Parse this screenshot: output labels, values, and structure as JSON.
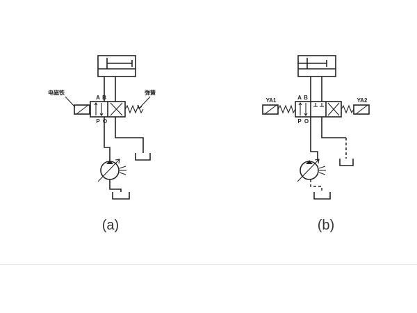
{
  "diagram_a": {
    "caption": "(a)",
    "solenoid_label": "电磁铁",
    "spring_label": "弹簧",
    "port_a": "A",
    "port_b": "B",
    "port_p": "P",
    "port_o": "O"
  },
  "diagram_b": {
    "caption": "(b)",
    "ya1_label": "YA1",
    "ya2_label": "YA2",
    "port_a": "A",
    "port_b": "B",
    "port_p": "P",
    "port_o": "O"
  }
}
